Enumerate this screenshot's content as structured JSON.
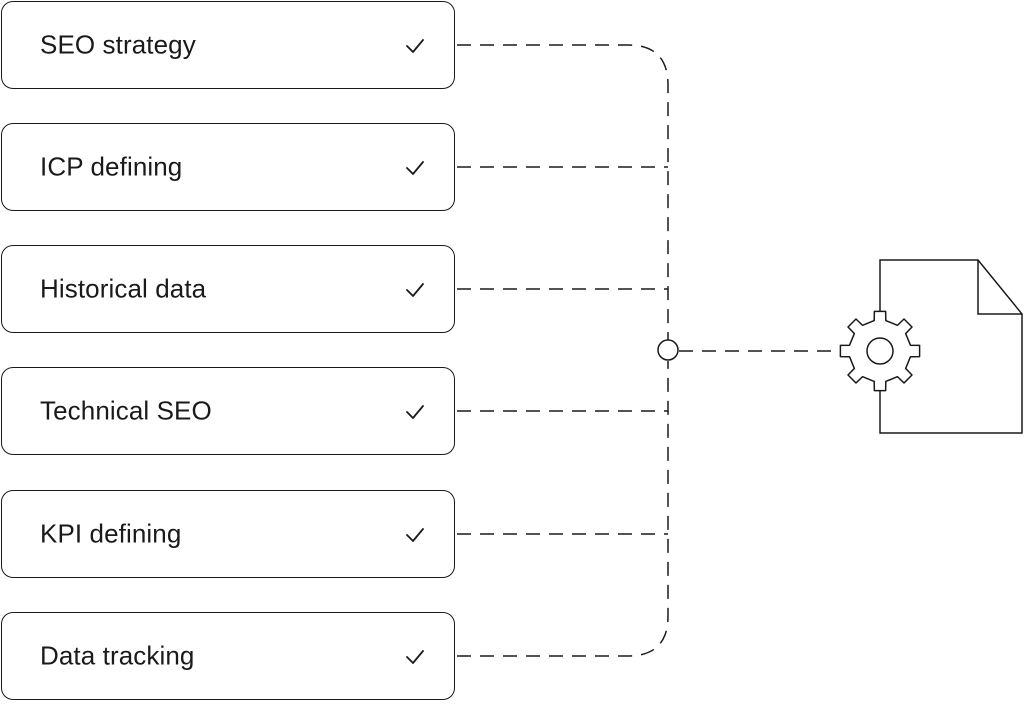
{
  "diagram": {
    "title": "",
    "steps": [
      {
        "label": "SEO strategy",
        "status": "check-icon"
      },
      {
        "label": "ICP defining",
        "status": "check-icon"
      },
      {
        "label": "Historical data",
        "status": "check-icon"
      },
      {
        "label": "Technical SEO",
        "status": "check-icon"
      },
      {
        "label": "KPI defining",
        "status": "check-icon"
      },
      {
        "label": "Data tracking",
        "status": "check-icon"
      }
    ],
    "target": {
      "icon": "document-gear-icon"
    },
    "colors": {
      "stroke": "#1a1a1a",
      "background": "#ffffff"
    }
  }
}
